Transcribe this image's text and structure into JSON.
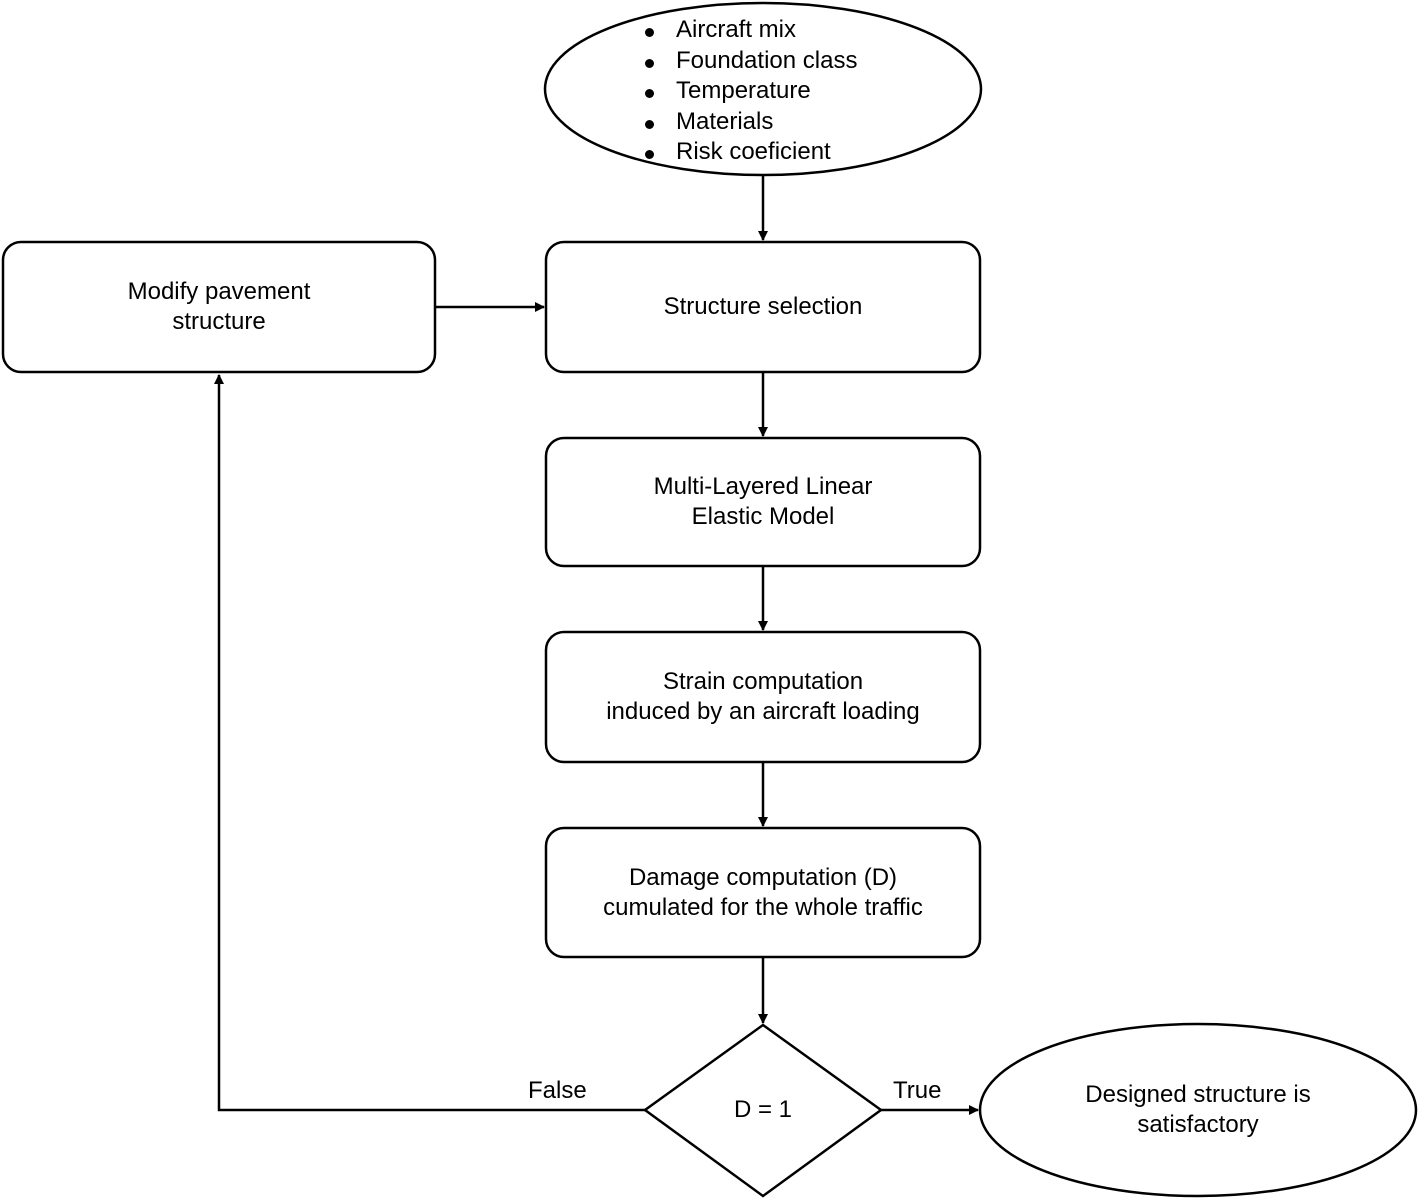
{
  "inputs": {
    "items": [
      "Aircraft mix",
      "Foundation class",
      "Temperature",
      "Materials",
      "Risk coeficient"
    ]
  },
  "steps": {
    "structure_selection": [
      "Structure selection"
    ],
    "model": [
      "Multi-Layered Linear",
      "Elastic Model"
    ],
    "strain": [
      "Strain computation",
      "induced by an aircraft loading"
    ],
    "damage": [
      "Damage computation (D)",
      "cumulated for the whole traffic"
    ]
  },
  "modify": [
    "Modify pavement",
    "structure"
  ],
  "decision": {
    "label": "D = 1",
    "false_label": "False",
    "true_label": "True"
  },
  "result": [
    "Designed structure is",
    "satisfactory"
  ]
}
